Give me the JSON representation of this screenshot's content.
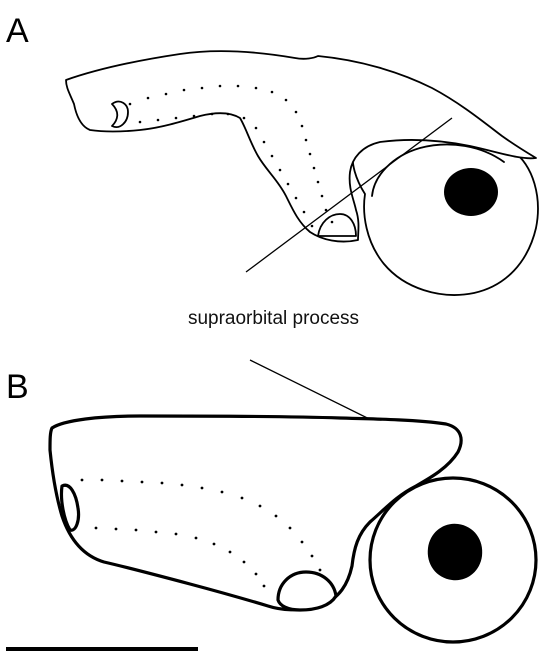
{
  "figure": {
    "panel_a_label": "A",
    "panel_b_label": "B",
    "callout_label": "supraorbital process"
  },
  "colors": {
    "line": "#000000",
    "background": "#ffffff",
    "pupil": "#000000"
  },
  "icons": {
    "scale_bar": "scale-bar-line"
  }
}
